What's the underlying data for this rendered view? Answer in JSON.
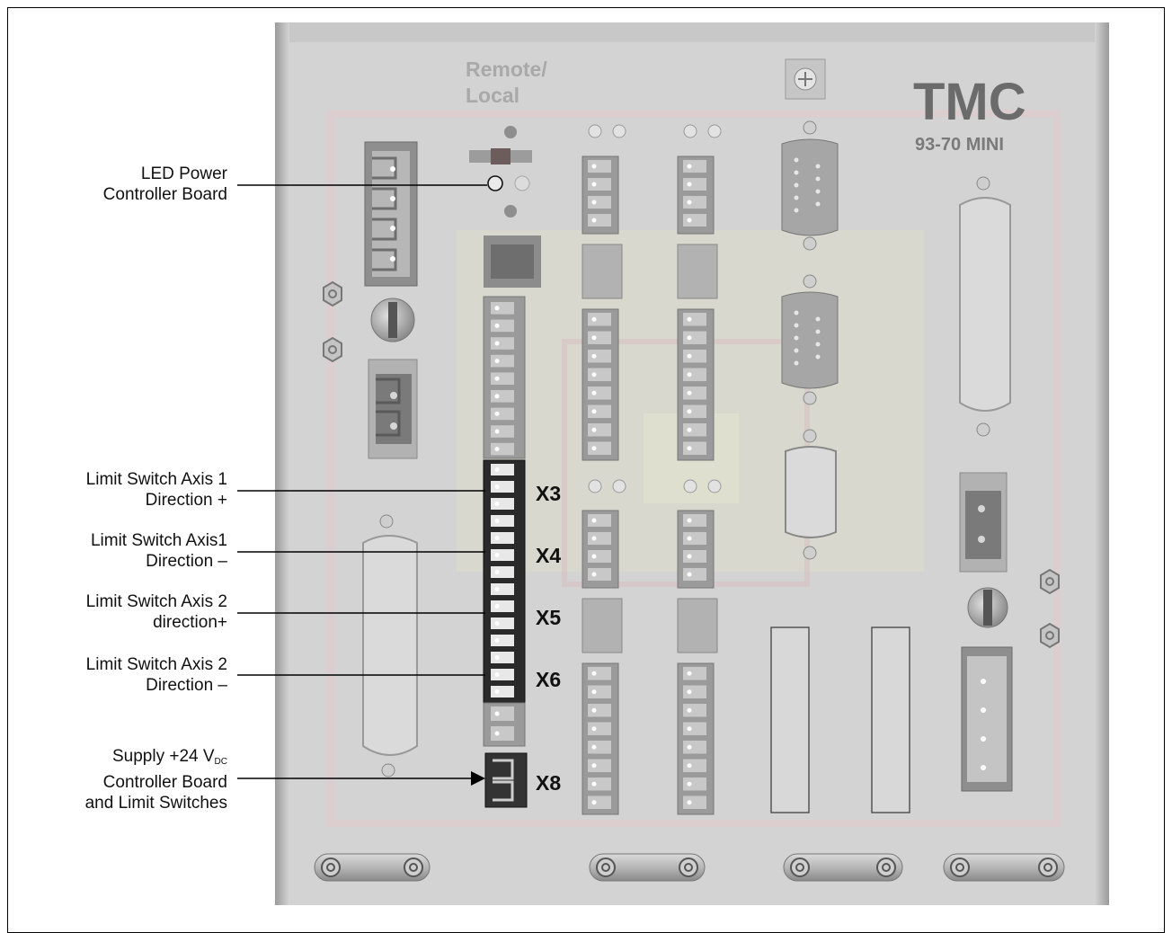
{
  "device": {
    "brand": "TMC",
    "model": "93-70 MINI",
    "switch_label_line1": "Remote/",
    "switch_label_line2": "Local"
  },
  "callouts": [
    {
      "id": "led-power",
      "lines": [
        "LED Power",
        "Controller Board"
      ]
    },
    {
      "id": "x3",
      "lines": [
        "Limit Switch Axis 1",
        "Direction +"
      ]
    },
    {
      "id": "x4",
      "lines": [
        "Limit Switch Axis1",
        "Direction –"
      ]
    },
    {
      "id": "x5",
      "lines": [
        "Limit Switch Axis 2",
        "direction+"
      ]
    },
    {
      "id": "x6",
      "lines": [
        "Limit Switch Axis 2",
        "Direction –"
      ]
    },
    {
      "id": "x8",
      "lines": [
        "Supply +24 V",
        "Controller Board",
        "and Limit Switches"
      ],
      "subscript": "DC"
    }
  ],
  "connectors": {
    "x3": "X3",
    "x4": "X4",
    "x5": "X5",
    "x6": "X6",
    "x8": "X8"
  }
}
